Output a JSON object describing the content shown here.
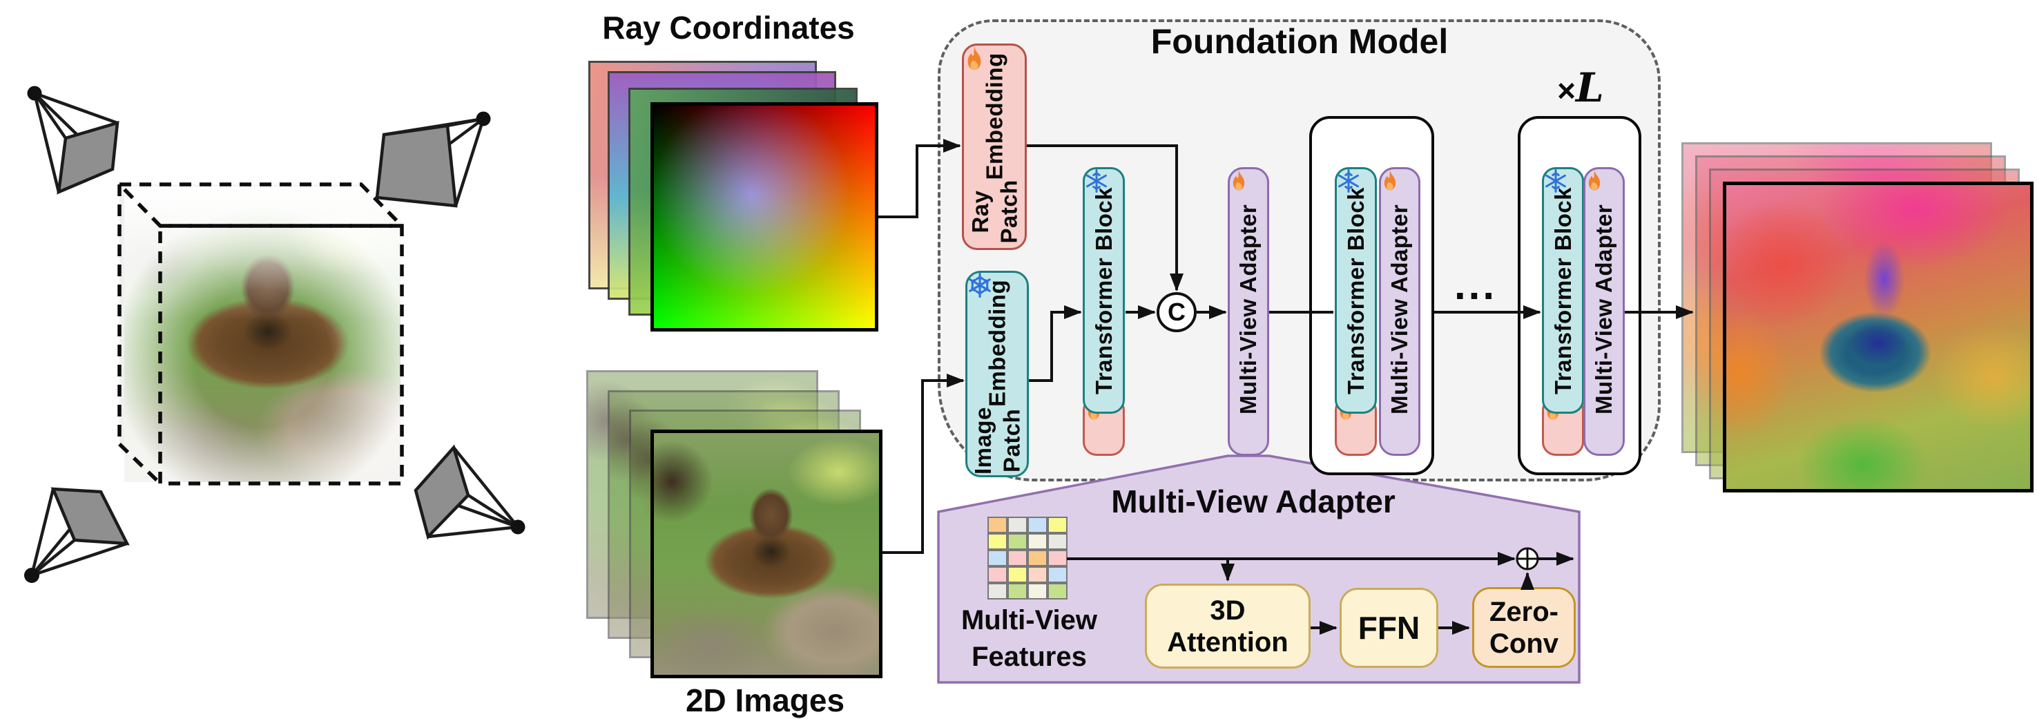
{
  "scene": {
    "ray_title": "Ray Coordinates",
    "images_title": "2D Images"
  },
  "foundation": {
    "title": "Foundation Model",
    "times": "×",
    "repeat_var": "L",
    "dots": "...",
    "concat": "C",
    "ray_embed": {
      "line1": "Ray Patch",
      "line2": "Embedding"
    },
    "img_embed": {
      "line1": "Image Patch",
      "line2": "Embedding"
    },
    "transformer": "Transformer Block",
    "adapter": "Multi-View Adapter"
  },
  "adapter_panel": {
    "title": "Multi-View Adapter",
    "features_line1": "Multi-View",
    "features_line2": "Features",
    "attention_line1": "3D",
    "attention_line2": "Attention",
    "ffn": "FFN",
    "zero_line1": "Zero-",
    "zero_line2": "Conv",
    "grid": [
      "#fac887",
      "#e9e9e3",
      "#c6e0f8",
      "#fbfb8d",
      "#fbfb8d",
      "#c3e18c",
      "#f5f3e3",
      "#e9e9e3",
      "#c6e0f8",
      "#fbcbcb",
      "#fac887",
      "#fbcbcb",
      "#fbcbcb",
      "#fbfb8d",
      "#fcd5c5",
      "#c6e0f8",
      "#e9e9e3",
      "#c3e18c",
      "#f5f3e3",
      "#c3e18c"
    ]
  },
  "colors": {
    "tealFill": "#c3e7e8",
    "tealBorder": "#1e7f80",
    "pinkFill": "#f7cec9",
    "pinkBorder": "#b4524b",
    "purpFill": "#ded1ea",
    "purpBorder": "#8d6bad",
    "panelFill": "#decfe9",
    "panelBorder": "#9270ae",
    "creamFill": "#fdf3d3",
    "creamBorder": "#ccab57",
    "zeroFill": "#fbe4ca",
    "zeroBorder": "#c59525",
    "fire": "#f0822e",
    "fireInner": "#f9b465",
    "snow": "#2f72d9"
  }
}
